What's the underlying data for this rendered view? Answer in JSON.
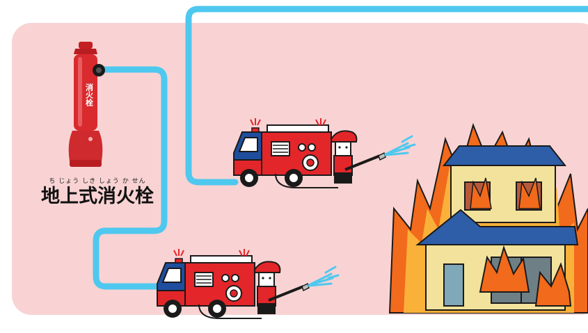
{
  "label": {
    "furigana": "ち じょう しき しょう か せん",
    "text": "地上式消火栓"
  },
  "hydrant": {
    "vertical_text": "消火栓"
  },
  "colors": {
    "background_panel": "#f9d3d3",
    "hose": "#4fc8ef",
    "truck_red": "#e3262a",
    "truck_blue": "#1f4e9e",
    "fire_orange": "#f26a1b",
    "house_wall": "#f2e29b",
    "house_roof": "#2e5ea8"
  }
}
